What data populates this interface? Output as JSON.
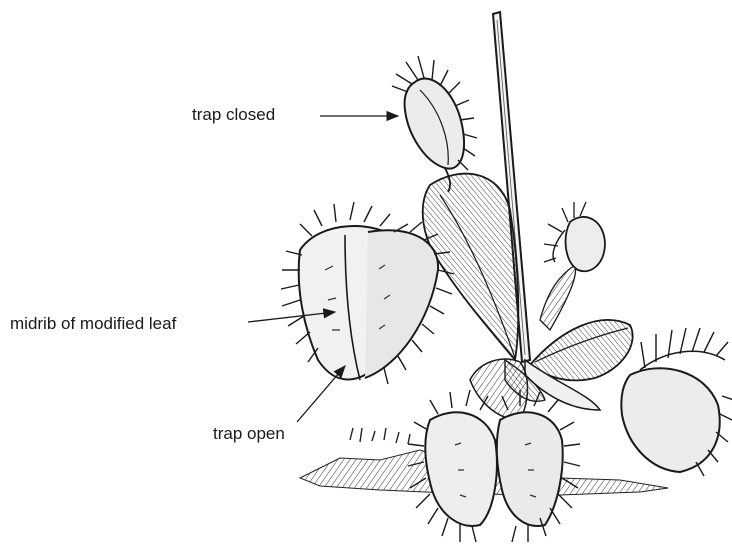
{
  "labels": {
    "trap_closed": "trap closed",
    "midrib": "midrib of modified leaf",
    "trap_open": "trap open"
  },
  "colors": {
    "ink": "#1a1a1a",
    "leaf_fill": "#e9e9e9",
    "background": "#ffffff"
  }
}
